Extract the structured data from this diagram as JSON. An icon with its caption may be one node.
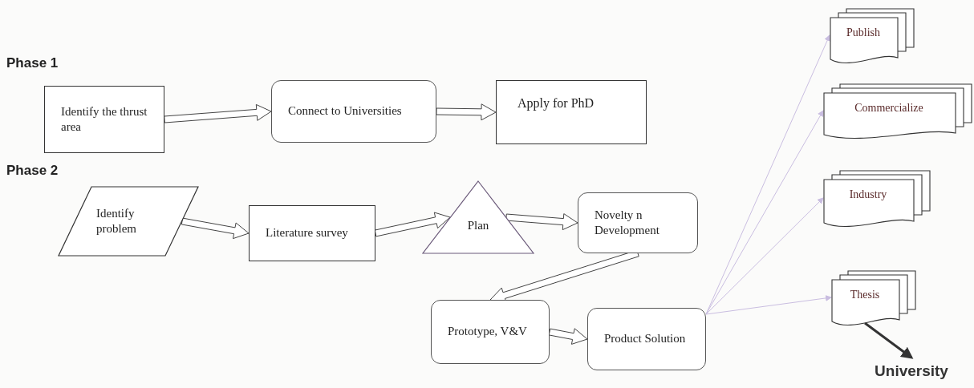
{
  "diagram": {
    "nodes": [
      {
        "text": [
          "Identify the thrust area"
        ]
      },
      {
        "text": [
          "Connect to Universities"
        ]
      },
      {
        "text": [
          "Apply for PhD"
        ]
      },
      {
        "text": [
          "Identify problem"
        ]
      },
      {
        "text": [
          "Literature survey"
        ]
      },
      {
        "text": [
          "Plan"
        ]
      },
      {
        "text": [
          "Novelty n Development"
        ]
      },
      {
        "text": [
          "Prototype, V&V"
        ]
      },
      {
        "text": [
          "Product Solution"
        ]
      },
      {
        "text": [
          "Publish"
        ]
      },
      {
        "text": [
          "Commercialize"
        ]
      },
      {
        "text": [
          "Industry"
        ]
      },
      {
        "text": [
          "Thesis"
        ]
      },
      {
        "text": [
          "University"
        ]
      }
    ],
    "edges": [
      {
        "from": 0,
        "to": 1,
        "arrow": "to"
      },
      {
        "from": 1,
        "to": 2,
        "arrow": "to"
      },
      {
        "from": 3,
        "to": 4,
        "arrow": "to"
      },
      {
        "from": 4,
        "to": 5,
        "arrow": "to"
      },
      {
        "from": 5,
        "to": 6,
        "arrow": "to"
      },
      {
        "from": 6,
        "to": 7,
        "arrow": "to"
      },
      {
        "from": 7,
        "to": 8,
        "arrow": "to"
      },
      {
        "from": 8,
        "to": 9,
        "arrow": "to",
        "color": "#c9bde0"
      },
      {
        "from": 8,
        "to": 10,
        "arrow": "to",
        "color": "#c9bde0"
      },
      {
        "from": 8,
        "to": 11,
        "arrow": "to",
        "color": "#c9bde0"
      },
      {
        "from": 8,
        "to": 12,
        "arrow": "to",
        "color": "#c9bde0"
      },
      {
        "from": 12,
        "to": 13,
        "arrow": "to",
        "style": "thick",
        "color": "#333333"
      }
    ],
    "labels": [
      "Phase 1",
      "Phase 2"
    ]
  }
}
